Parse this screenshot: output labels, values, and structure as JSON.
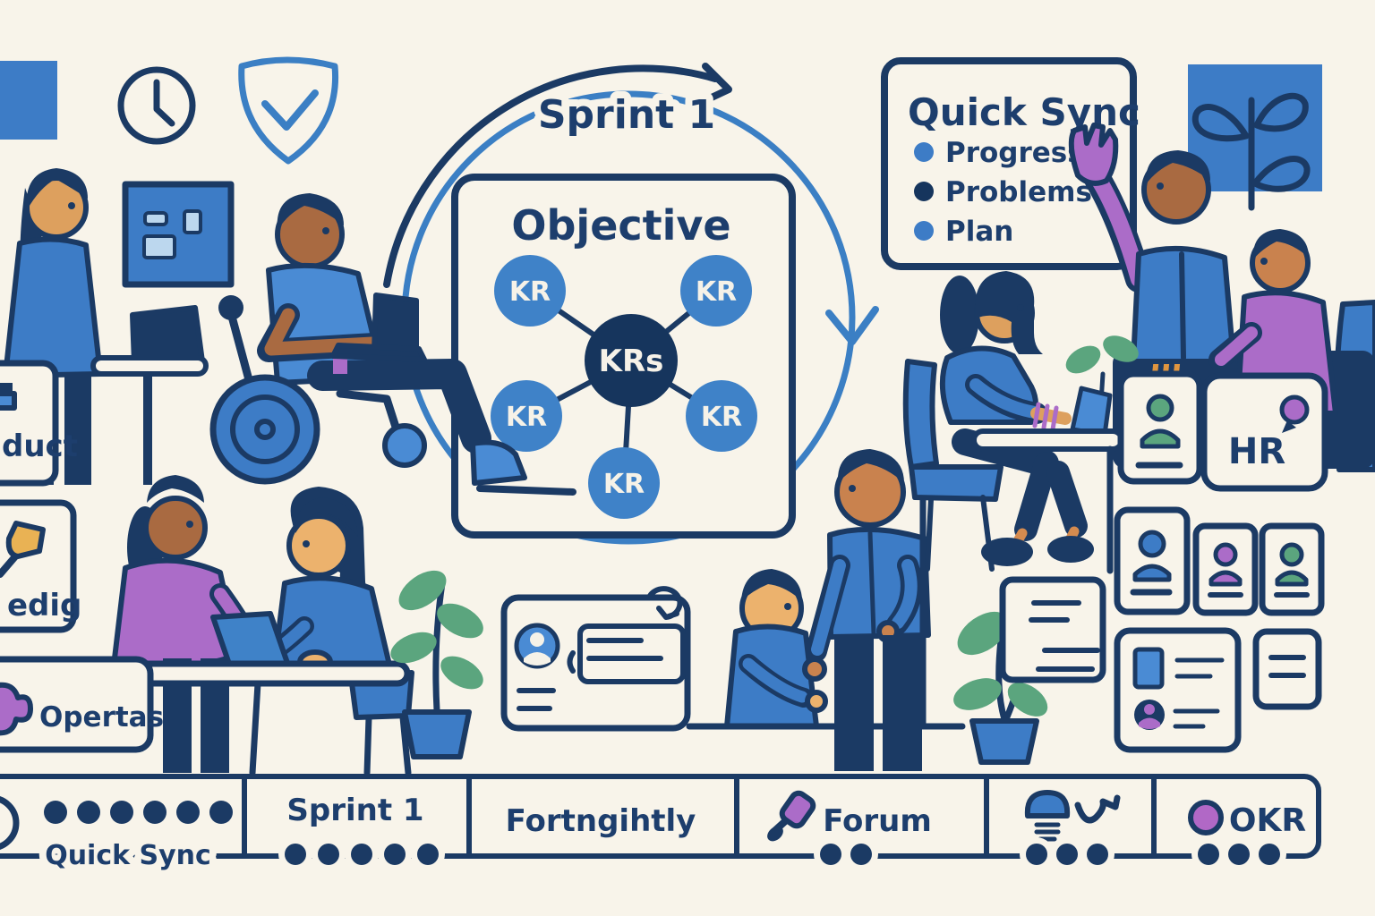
{
  "scene_description": "Flat illustration of a team working with OKRs: sprint cycle, objective with key results, quick sync meeting, HR cards and a fortnightly timeline",
  "sprint_cycle": {
    "label": "Sprint 1"
  },
  "objective_card": {
    "title": "Objective",
    "center_label": "KRs",
    "kr_labels": [
      "KR",
      "KR",
      "KR",
      "KR",
      "KR"
    ]
  },
  "quick_sync_panel": {
    "title": "Quick Sync",
    "items": [
      {
        "label": "Progress",
        "dot_color": "#3d7cc6"
      },
      {
        "label": "Problems",
        "dot_color": "#16355d"
      },
      {
        "label": "Plan",
        "dot_color": "#3d7cc6"
      }
    ]
  },
  "left_cards": {
    "product_label": "duct",
    "meeting_label": "edig",
    "operations_label": "Opertas"
  },
  "hr_card": {
    "label": "HR"
  },
  "timeline_bar": {
    "sections": [
      {
        "name": "quick-sync",
        "label": "Quick Sync",
        "icon": "clock-partial-icon",
        "top_dots": 6,
        "bottom_dots": 0
      },
      {
        "name": "sprint-1",
        "label": "Sprint 1",
        "top_dots": 0,
        "bottom_dots": 5
      },
      {
        "name": "fortnightly",
        "label": "Fortngihtly",
        "top_dots": 0,
        "bottom_dots": 0
      },
      {
        "name": "forum",
        "label": "Forum",
        "icon": "gavel-icon",
        "top_dots": 0,
        "bottom_dots": 2
      },
      {
        "name": "ideas",
        "label": "",
        "icons": [
          "lightbulb-icon",
          "squiggle-check-icon"
        ],
        "top_dots": 0,
        "bottom_dots": 3
      },
      {
        "name": "okr",
        "label": "OKR",
        "icon": "okr-dot",
        "dot_color": "#b168c6",
        "top_dots": 0,
        "bottom_dots": 3
      }
    ]
  },
  "decorative_icons": [
    "clock-icon",
    "shield-check-icon",
    "sticky-board-icon",
    "plant-square-icon",
    "balloon-icon",
    "person-badge-icons",
    "document-icons",
    "potted-plant-icons"
  ],
  "colors": {
    "background": "#f8f4ea",
    "navy_outline": "#1b3a64",
    "navy_dark": "#16355d",
    "text_navy": "#1d3e6d",
    "blue": "#3d7cc6",
    "light_blue": "#4a8bd4",
    "arrow_blue": "#3b7fc4",
    "purple": "#ab6cc8",
    "green": "#5ba57e",
    "gold": "#e9b254"
  }
}
